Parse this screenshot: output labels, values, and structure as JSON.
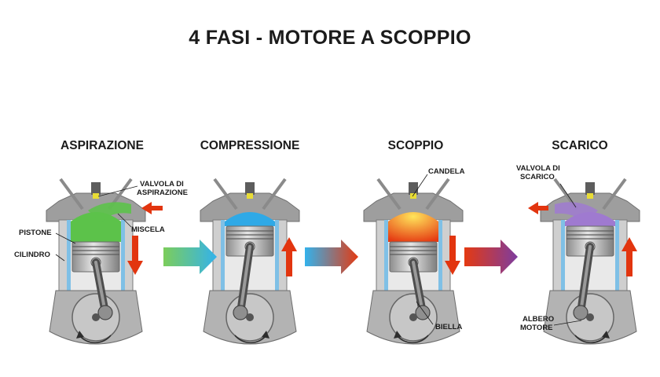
{
  "title": "4 FASI - MOTORE A SCOPPIO",
  "phases": [
    {
      "name": "ASPIRAZIONE",
      "gas_color": "#5cc24a",
      "piston_motion": "down",
      "crank_rotation": "counterclockwise"
    },
    {
      "name": "COMPRESSIONE",
      "gas_color": "#2fa9e6",
      "piston_motion": "up",
      "crank_rotation": "clockwise"
    },
    {
      "name": "SCOPPIO",
      "gas_color": "#e53a12",
      "piston_motion": "down",
      "crank_rotation": "counterclockwise"
    },
    {
      "name": "SCARICO",
      "gas_color": "#9f7ad0",
      "piston_motion": "up",
      "crank_rotation": "clockwise"
    }
  ],
  "labels": {
    "intake_valve": [
      "VALVOLA DI",
      "ASPIRAZIONE"
    ],
    "mixture": "MISCELA",
    "piston": "PISTONE",
    "cylinder": "CILINDRO",
    "spark_plug": "CANDELA",
    "connecting_rod": "BIELLA",
    "exhaust_valve": [
      "VALVOLA DI",
      "SCARICO"
    ],
    "crankshaft": [
      "ALBERO",
      "MOTORE"
    ]
  },
  "transitions": [
    {
      "from": "ASPIRAZIONE",
      "to": "COMPRESSIONE",
      "from_color": "#7ccd5b",
      "to_color": "#33b2ec"
    },
    {
      "from": "COMPRESSIONE",
      "to": "SCOPPIO",
      "from_color": "#33b2ec",
      "to_color": "#e43a12"
    },
    {
      "from": "SCOPPIO",
      "to": "SCARICO",
      "from_color": "#e43a12",
      "to_color": "#7d3ca0"
    }
  ],
  "colors": {
    "motion_arrow": "#e2350f",
    "metal": "#b9b9b9",
    "cylinder_wall": "#7fc0e6",
    "text": "#1b1b1b"
  }
}
